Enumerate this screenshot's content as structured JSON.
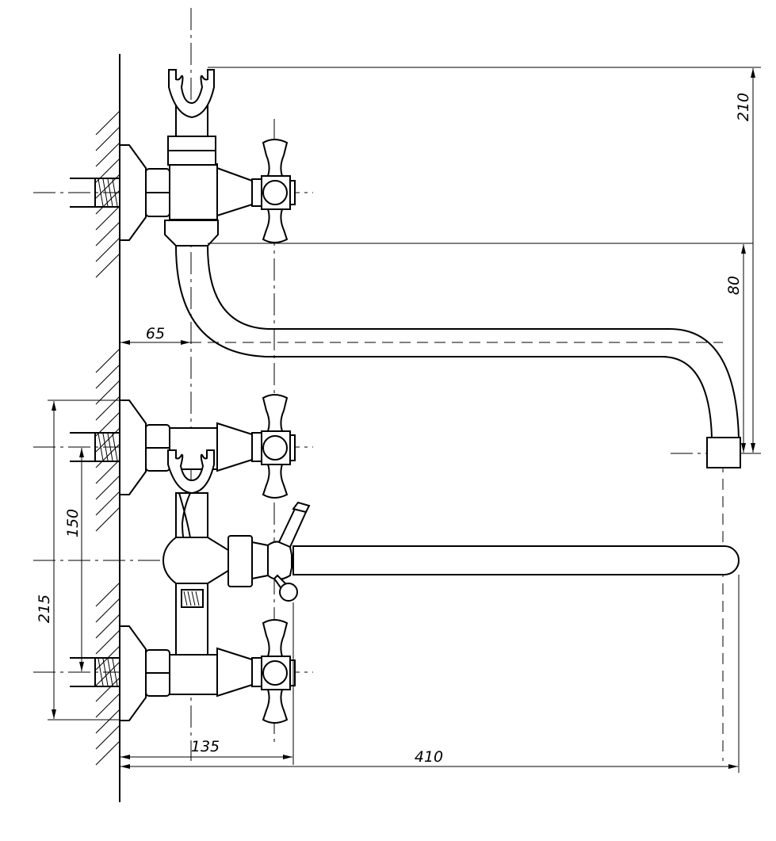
{
  "drawing": {
    "dimensions": {
      "top_height": "210",
      "spout_drop": "80",
      "wall_offset": "65",
      "inlet_spacing": "150",
      "lower_height": "215",
      "handle_reach": "135",
      "spout_reach": "410"
    },
    "line_color": "#000000",
    "background": "#ffffff"
  }
}
